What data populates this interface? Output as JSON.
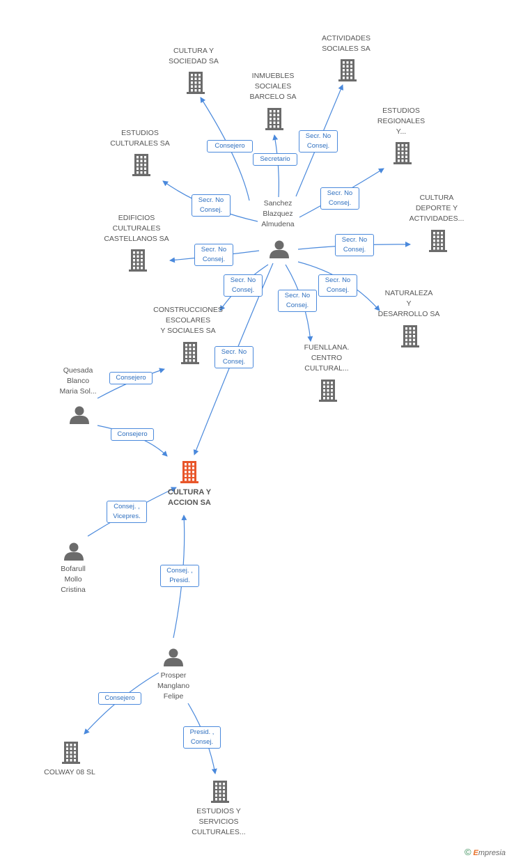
{
  "nodes": {
    "cultura_accion": {
      "label": "CULTURA Y\nACCION SA",
      "type": "company",
      "main": true
    },
    "cultura_sociedad": {
      "label": "CULTURA Y\nSOCIEDAD SA",
      "type": "company"
    },
    "actividades_sociales": {
      "label": "ACTIVIDADES\nSOCIALES SA",
      "type": "company"
    },
    "inmuebles": {
      "label": "INMUEBLES\nSOCIALES\nBARCELO SA",
      "type": "company"
    },
    "estudios_regionales": {
      "label": "ESTUDIOS\nREGIONALES\nY...",
      "type": "company"
    },
    "estudios_culturales": {
      "label": "ESTUDIOS\nCULTURALES SA",
      "type": "company"
    },
    "cultura_deporte": {
      "label": "CULTURA\nDEPORTE Y\nACTIVIDADES...",
      "type": "company"
    },
    "edificios": {
      "label": "EDIFICIOS\nCULTURALES\nCASTELLANOS SA",
      "type": "company"
    },
    "naturaleza": {
      "label": "NATURALEZA\nY\nDESARROLLO SA",
      "type": "company"
    },
    "construcciones": {
      "label": "CONSTRUCCIONES\nESCOLARES\nY SOCIALES SA",
      "type": "company"
    },
    "fuenllana": {
      "label": "FUENLLANA.\nCENTRO\nCULTURAL...",
      "type": "company"
    },
    "colway": {
      "label": "COLWAY 08 SL",
      "type": "company"
    },
    "estudios_servicios": {
      "label": "ESTUDIOS Y\nSERVICIOS\nCULTURALES...",
      "type": "company"
    },
    "sanchez": {
      "label": "Sanchez\nBlazquez\nAlmudena",
      "type": "person"
    },
    "quesada": {
      "label": "Quesada\nBlanco\nMaria Sol...",
      "type": "person"
    },
    "bofarull": {
      "label": "Bofarull\nMollo\nCristina",
      "type": "person"
    },
    "prosper": {
      "label": "Prosper\nManglano\nFelipe",
      "type": "person"
    }
  },
  "edges": [
    {
      "from": "sanchez",
      "to": "cultura_sociedad",
      "label": "Consejero"
    },
    {
      "from": "sanchez",
      "to": "inmuebles",
      "label": "Secretario"
    },
    {
      "from": "sanchez",
      "to": "actividades_sociales",
      "label": "Secr. No\nConsej."
    },
    {
      "from": "sanchez",
      "to": "estudios_regionales",
      "label": "Secr. No\nConsej."
    },
    {
      "from": "sanchez",
      "to": "estudios_culturales",
      "label": "Secr. No\nConsej."
    },
    {
      "from": "sanchez",
      "to": "cultura_deporte",
      "label": "Secr. No\nConsej."
    },
    {
      "from": "sanchez",
      "to": "edificios",
      "label": "Secr. No\nConsej."
    },
    {
      "from": "sanchez",
      "to": "naturaleza",
      "label": "Secr. No\nConsej."
    },
    {
      "from": "sanchez",
      "to": "construcciones",
      "label": "Secr. No\nConsej."
    },
    {
      "from": "sanchez",
      "to": "fuenllana",
      "label": "Secr. No\nConsej."
    },
    {
      "from": "sanchez",
      "to": "cultura_accion",
      "label": "Secr. No\nConsej."
    },
    {
      "from": "quesada",
      "to": "construcciones",
      "label": "Consejero"
    },
    {
      "from": "quesada",
      "to": "cultura_accion",
      "label": "Consejero"
    },
    {
      "from": "bofarull",
      "to": "cultura_accion",
      "label": "Consej. ,\nVicepres."
    },
    {
      "from": "prosper",
      "to": "cultura_accion",
      "label": "Consej. ,\nPresid."
    },
    {
      "from": "prosper",
      "to": "colway",
      "label": "Consejero"
    },
    {
      "from": "prosper",
      "to": "estudios_servicios",
      "label": "Presid. ,\nConsej."
    }
  ],
  "colors": {
    "edge": "#4a89dc",
    "company": "#6b6b6b",
    "main_company": "#e8562a",
    "person": "#6b6b6b"
  },
  "footer": {
    "copyright": "©",
    "brand_first": "E",
    "brand_rest": "mpresia"
  }
}
